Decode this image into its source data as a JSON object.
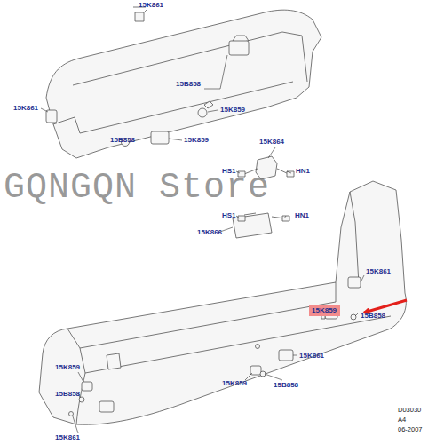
{
  "diagram": {
    "nodes": [
      {
        "text": [
          "15K859"
        ]
      }
    ],
    "labels": [
      "15K861",
      "15B858",
      "15K859",
      "15K861",
      "15B858",
      "15K859",
      "15K864",
      "HS1",
      "HN1",
      "HS1",
      "HN1",
      "15K866",
      "15K861",
      "15B858",
      "15K861",
      "15K859",
      "15B858",
      "15K859",
      "15B858",
      "15K861",
      "D03030",
      "A4",
      "06-2007",
      "GQNGQN Store"
    ]
  }
}
